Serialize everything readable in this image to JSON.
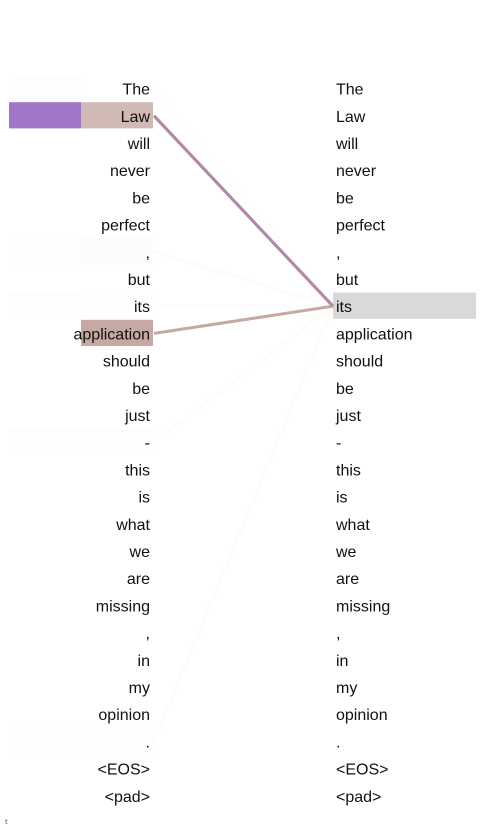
{
  "left_tokens": [
    "The",
    "Law",
    "will",
    "never",
    "be",
    "perfect",
    ",",
    "but",
    "its",
    "application",
    "should",
    "be",
    "just",
    "-",
    "this",
    "is",
    "what",
    "we",
    "are",
    "missing",
    ",",
    "in",
    "my",
    "opinion",
    ".",
    "<EOS>",
    "<pad>"
  ],
  "right_tokens": [
    "The",
    "Law",
    "will",
    "never",
    "be",
    "perfect",
    ",",
    "but",
    "its",
    "application",
    "should",
    "be",
    "just",
    "-",
    "this",
    "is",
    "what",
    "we",
    "are",
    "missing",
    ",",
    "in",
    "my",
    "opinion",
    ".",
    "<EOS>",
    "<pad>"
  ],
  "selected_token_index": 8,
  "heads": [
    {
      "color": "#9B6FC7",
      "weights": [
        0.02,
        0.95,
        0,
        0,
        0,
        0,
        0.01,
        0,
        0.01,
        0,
        0,
        0,
        0,
        0.01,
        0,
        0,
        0,
        0,
        0,
        0,
        0,
        0,
        0,
        0,
        0.01,
        0,
        0
      ]
    },
    {
      "color": "#B8948C",
      "weights": [
        0,
        0.65,
        0,
        0,
        0,
        0,
        0.03,
        0,
        0.01,
        0.8,
        0,
        0,
        0,
        0.02,
        0,
        0,
        0,
        0,
        0,
        0,
        0,
        0,
        0,
        0,
        0.02,
        0,
        0
      ]
    }
  ],
  "selected_color": "#D9D9D9",
  "corner_mark": "t"
}
